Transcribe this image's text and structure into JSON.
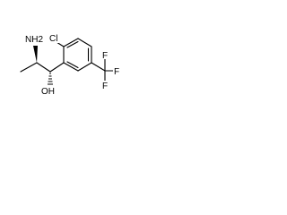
{
  "structure": {
    "atoms": {
      "amine": "NH2",
      "chlorine": "Cl",
      "hydroxyl": "OH",
      "cf3_carbon_f_top": "F",
      "cf3_carbon_f_right": "F",
      "cf3_carbon_f_bottom": "F"
    },
    "stereo": {
      "amine_bond": "wedge",
      "hydroxyl_bond": "hash"
    },
    "colors": {
      "bond": "#000000",
      "text": "#000000",
      "background": "#ffffff"
    }
  }
}
